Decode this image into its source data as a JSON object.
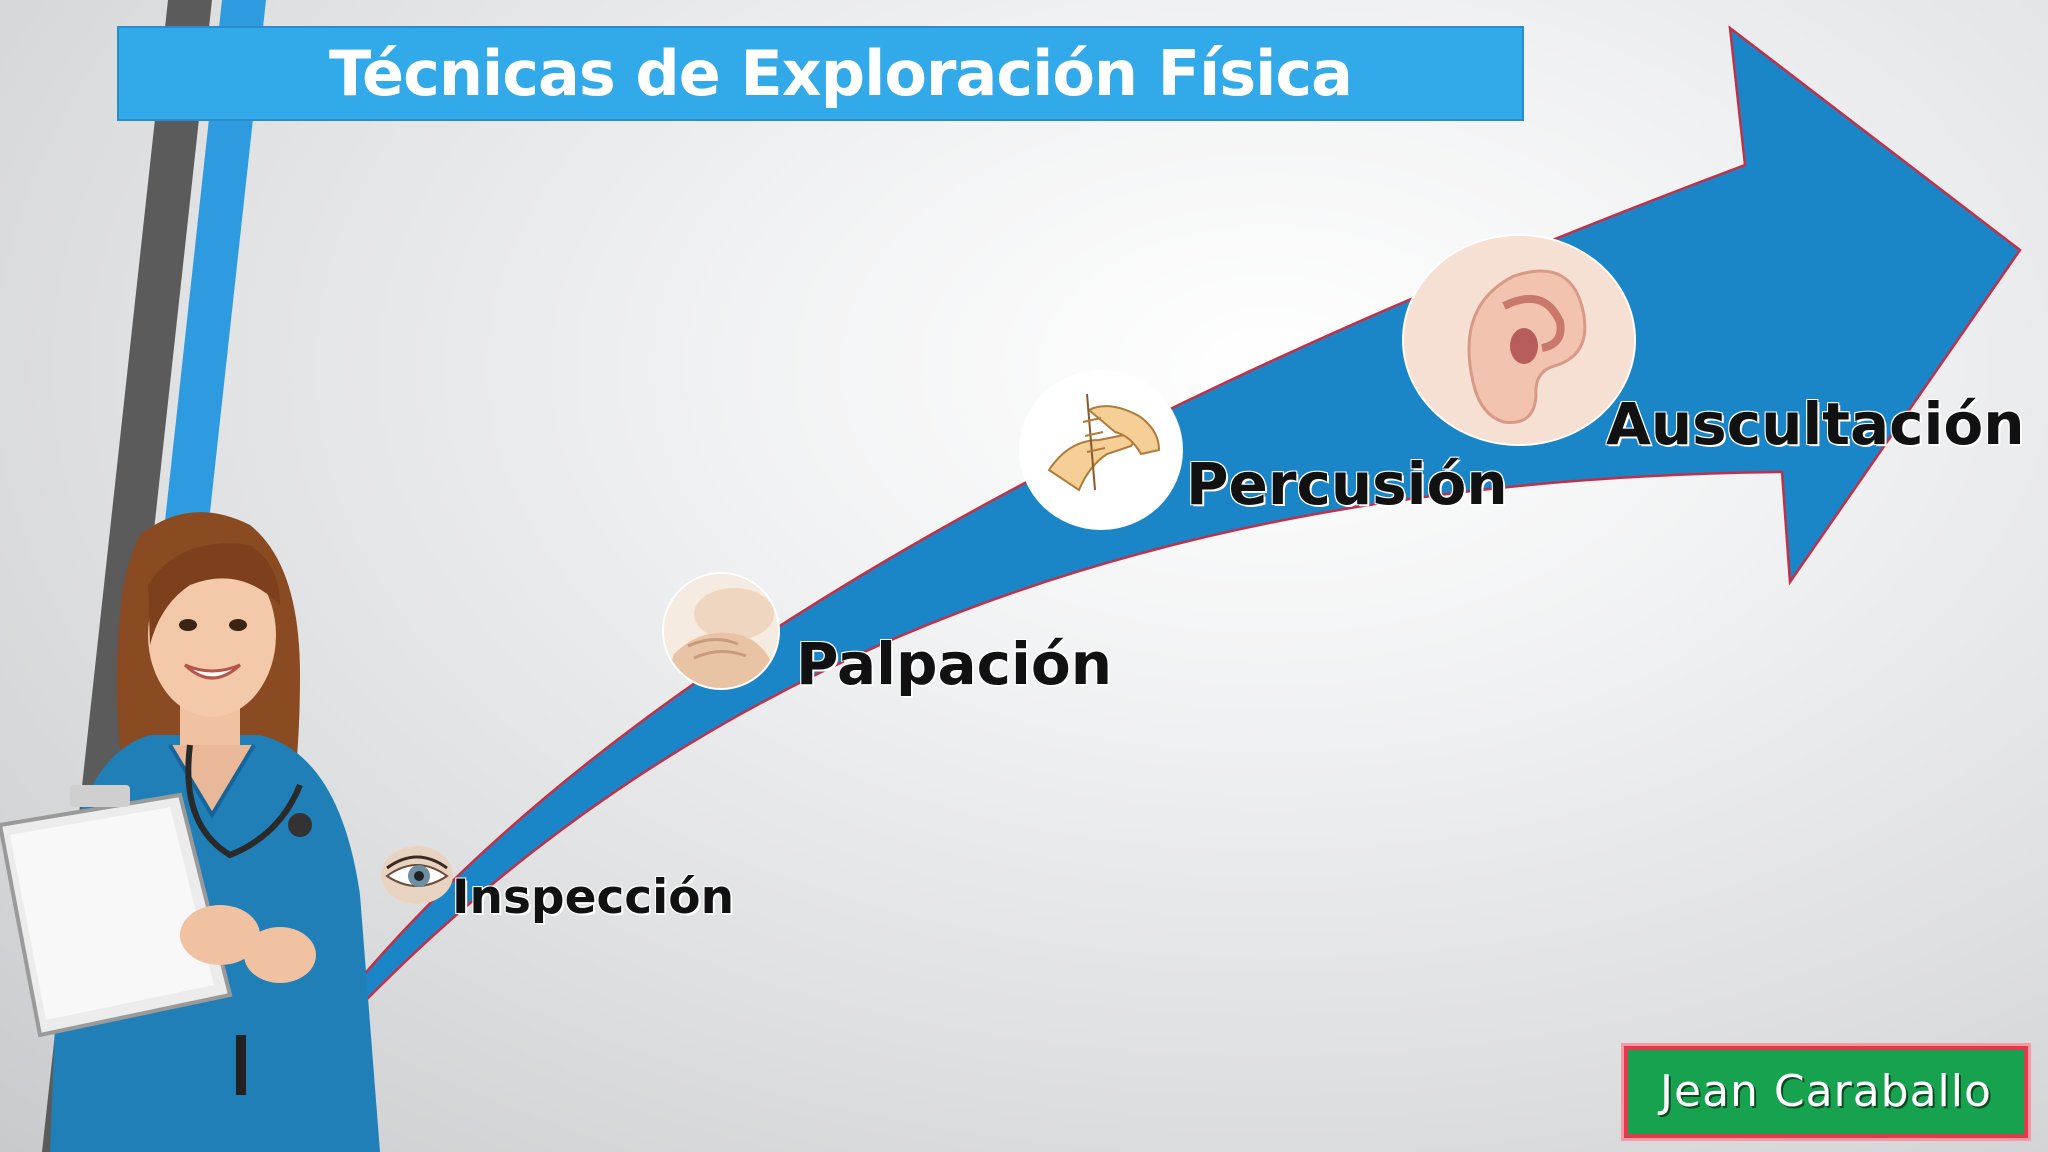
{
  "title": "Técnicas de Exploración Física",
  "steps": [
    {
      "label": "Inspección",
      "icon": "eye-icon"
    },
    {
      "label": "Palpación",
      "icon": "palpation-hands-icon"
    },
    {
      "label": "Percusión",
      "icon": "percussion-hands-icon"
    },
    {
      "label": "Auscultación",
      "icon": "ear-icon"
    }
  ],
  "author": "Jean Caraballo",
  "colors": {
    "title_bar": "#32a9e8",
    "arrow": "#1a86c8",
    "arrow_outline": "#c23048",
    "author_box": "#17a24f",
    "author_border": "#e23a4a",
    "stripe_gray": "#5b5b5b",
    "stripe_blue": "#2e9be0"
  }
}
